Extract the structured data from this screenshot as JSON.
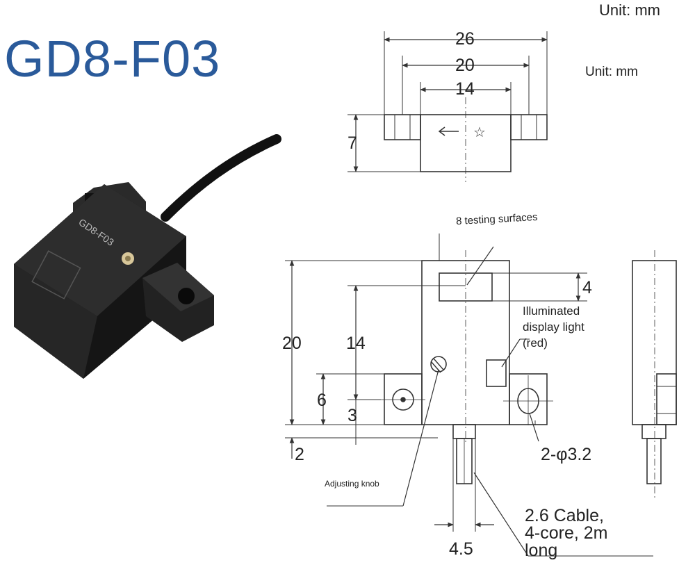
{
  "title": "GD8-F03",
  "unit_top": "Unit: mm",
  "unit_mid": "Unit: mm",
  "front_view": {
    "dim_overall": "26",
    "dim_holes": "20",
    "dim_slot": "14",
    "dim_height": "7"
  },
  "side_view": {
    "dim_20": "20",
    "dim_14": "14",
    "dim_6": "6",
    "dim_3": "3",
    "dim_2": "2",
    "dim_4": "4",
    "dim_45": "4.5",
    "hole_label": "2-φ3.2",
    "testing_surface_label": "8 testing surfaces",
    "illuminated_label_1": "Illuminated",
    "illuminated_label_2": "display light",
    "illuminated_label_3": "(red)",
    "adjust_label": "Adjusting knob",
    "cable_label_1": "2.6 Cable,",
    "cable_label_2": "4-core, 2m",
    "cable_label_3": "long"
  },
  "product_photo": {
    "body_text": "GD8-F03"
  },
  "colors": {
    "title": "#2a5a9a",
    "sensor_body": "#1c1c1c",
    "line": "#333333"
  }
}
